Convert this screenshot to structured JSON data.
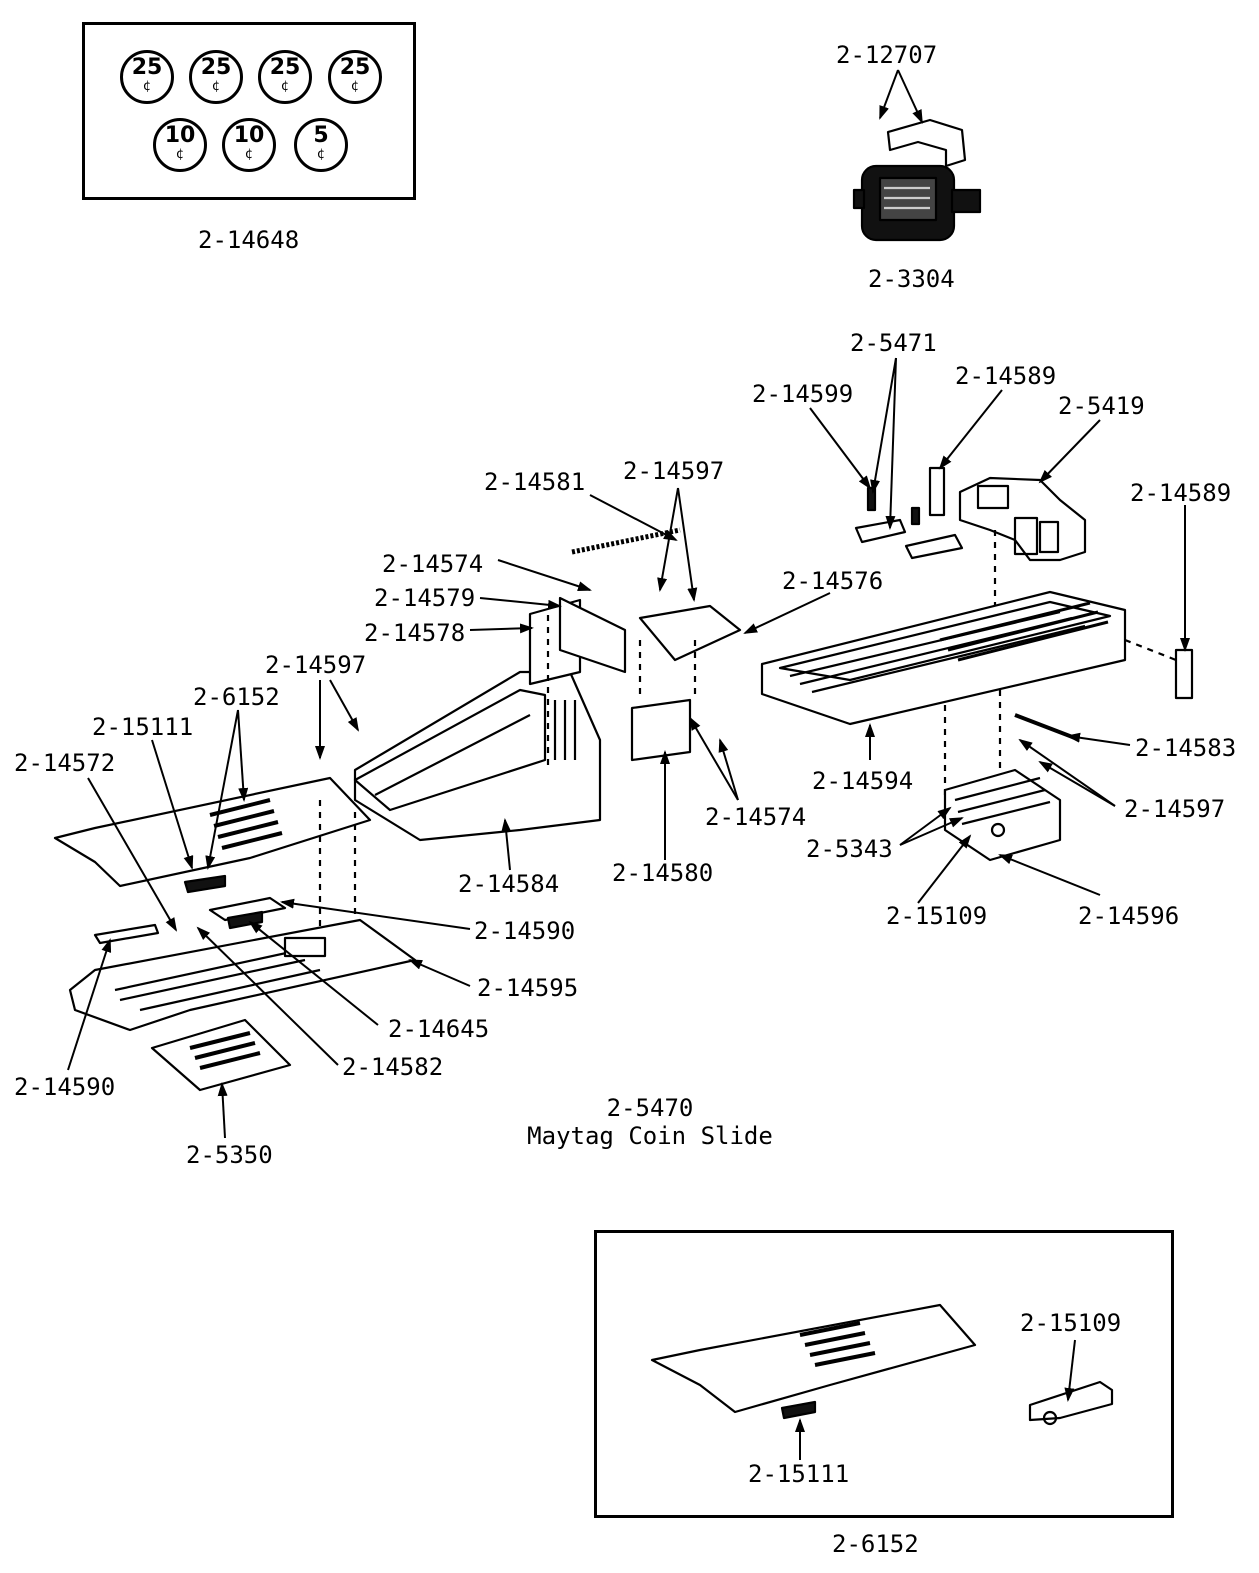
{
  "coin_plate": {
    "coins_row1": [
      {
        "value": "25",
        "unit": "¢"
      },
      {
        "value": "25",
        "unit": "¢"
      },
      {
        "value": "25",
        "unit": "¢"
      },
      {
        "value": "25",
        "unit": "¢"
      }
    ],
    "coins_row2": [
      {
        "value": "10",
        "unit": "¢"
      },
      {
        "value": "10",
        "unit": "¢"
      },
      {
        "value": "5",
        "unit": "¢"
      }
    ],
    "part_number": "2-14648"
  },
  "counter": {
    "top_label": "2-12707",
    "part_number": "2-3304"
  },
  "labels": {
    "p5471": "2-5471",
    "p14589a": "2-14589",
    "p14599": "2-14599",
    "p5419": "2-5419",
    "p14581": "2-14581",
    "p14597a": "2-14597",
    "p14589b": "2-14589",
    "p14574a": "2-14574",
    "p14579": "2-14579",
    "p14576": "2-14576",
    "p14578": "2-14578",
    "p14597b": "2-14597",
    "p6152": "2-6152",
    "p15111": "2-15111",
    "p14572": "2-14572",
    "p14583": "2-14583",
    "p14594": "2-14594",
    "p14597c": "2-14597",
    "p14574b": "2-14574",
    "p5343": "2-5343",
    "p14584": "2-14584",
    "p14580": "2-14580",
    "p15109": "2-15109",
    "p14596": "2-14596",
    "p14590a": "2-14590",
    "p14595": "2-14595",
    "p14645": "2-14645",
    "p14582": "2-14582",
    "p14590b": "2-14590",
    "p5350": "2-5350"
  },
  "assembly": {
    "part_number": "2-5470",
    "name": "Maytag Coin Slide"
  },
  "inset": {
    "label_15109": "2-15109",
    "label_15111": "2-15111",
    "part_number": "2-6152"
  }
}
